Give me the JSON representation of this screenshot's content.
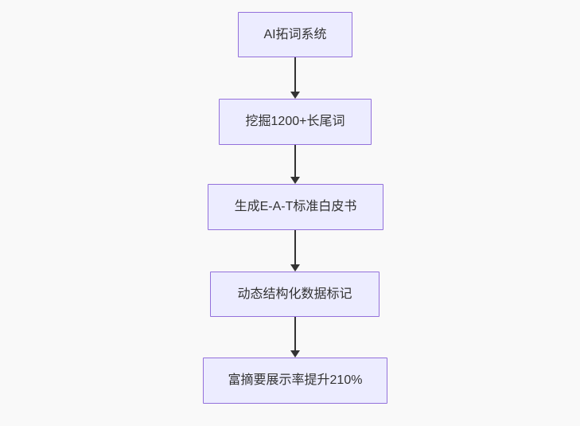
{
  "diagram": {
    "type": "flowchart",
    "direction": "top-down",
    "nodes": [
      {
        "id": "n1",
        "label": "AI拓词系统"
      },
      {
        "id": "n2",
        "label": "挖掘1200+长尾词"
      },
      {
        "id": "n3",
        "label": "生成E-A-T标准白皮书"
      },
      {
        "id": "n4",
        "label": "动态结构化数据标记"
      },
      {
        "id": "n5",
        "label": "富摘要展示率提升210%"
      }
    ],
    "edges": [
      {
        "from": "n1",
        "to": "n2"
      },
      {
        "from": "n2",
        "to": "n3"
      },
      {
        "from": "n3",
        "to": "n4"
      },
      {
        "from": "n4",
        "to": "n5"
      }
    ],
    "colors": {
      "node_fill": "#ECECFF",
      "node_border": "#9370DB",
      "text": "#333333",
      "arrow": "#333333",
      "background": "#f9f9f9"
    }
  }
}
